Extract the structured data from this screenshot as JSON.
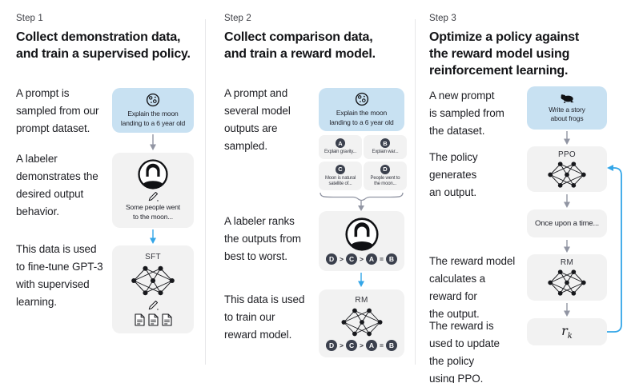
{
  "figure": {
    "colors": {
      "prompt_box_blue": "#c8e1f2",
      "panel_gray": "#f2f2f2",
      "arrow_blue": "#33a6e8",
      "arrow_gray": "#9195a3",
      "badge_dark": "#3b404d"
    },
    "step1": {
      "label": "Step 1",
      "heading": "Collect demonstration data,\nand train a supervised policy.",
      "caption_prompt": "A prompt is\nsampled from our\nprompt dataset.",
      "caption_labeler": "A labeler\ndemonstrates the\ndesired output\nbehavior.",
      "caption_finetune": "This data is used\nto fine-tune GPT-3\nwith supervised\nlearning.",
      "prompt_text": "Explain the moon\nlanding to a 6 year old",
      "demonstration_text": "Some people went\nto the moon...",
      "model_label": "SFT"
    },
    "step2": {
      "label": "Step 2",
      "heading": "Collect comparison data,\nand train a reward model.",
      "caption_sampled": "A prompt and\nseveral model\noutputs are\nsampled.",
      "caption_ranks": "A labeler ranks\nthe outputs from\nbest to worst.",
      "caption_train": "This data is used\nto train our\nreward model.",
      "prompt_text": "Explain the moon\nlanding to a 6 year old",
      "outputs": [
        {
          "letter": "A",
          "text": "Explain gravity..."
        },
        {
          "letter": "B",
          "text": "Explain war..."
        },
        {
          "letter": "C",
          "text": "Moon is natural\nsatellite of..."
        },
        {
          "letter": "D",
          "text": "People went to\nthe moon..."
        }
      ],
      "ranking": [
        "D",
        ">",
        "C",
        ">",
        "A",
        "=",
        "B"
      ],
      "model_label": "RM"
    },
    "step3": {
      "label": "Step 3",
      "heading": "Optimize a policy against\nthe reward model using\nreinforcement learning.",
      "caption_prompt": "A new prompt\nis sampled from\nthe dataset.",
      "caption_policy": "The policy\ngenerates\nan output.",
      "caption_reward": "The reward model\ncalculates a\nreward for\nthe output.",
      "caption_update": "The reward is\nused to update\nthe policy\nusing PPO.",
      "prompt_text": "Write a story\nabout frogs",
      "policy_label": "PPO",
      "output_text": "Once upon a time...",
      "rm_label": "RM",
      "reward_base": "r",
      "reward_sub": "k"
    }
  }
}
